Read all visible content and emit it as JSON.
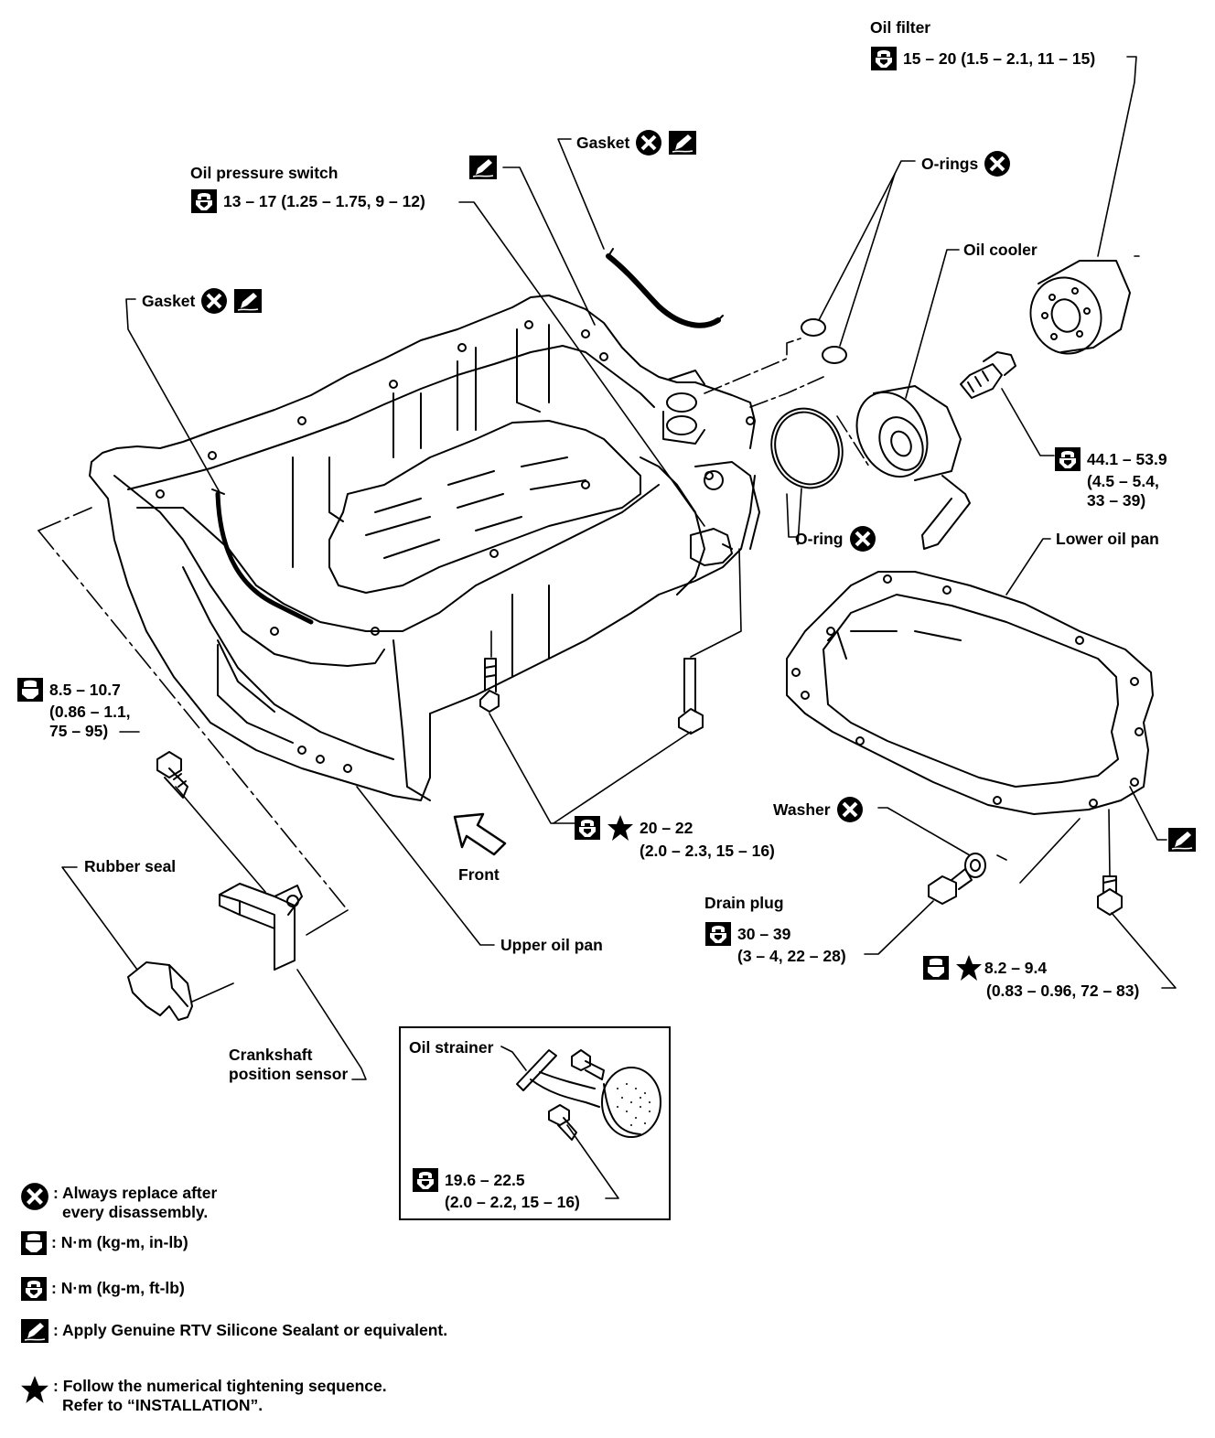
{
  "labels": {
    "oil_filter": {
      "name": "Oil filter",
      "torque": "15 – 20 (1.5 – 2.1, 11 – 15)"
    },
    "gasket_top": "Gasket",
    "orings": "O-rings",
    "oil_pressure_switch": {
      "name": "Oil pressure switch",
      "torque": "13 – 17 (1.25 – 1.75, 9 – 12)"
    },
    "oil_cooler": "Oil cooler",
    "gasket_left": "Gasket",
    "cooler_bolt_torque": [
      "44.1 – 53.9",
      "(4.5 – 5.4,",
      "33 – 39)"
    ],
    "oring": "O-ring",
    "lower_oil_pan": "Lower oil pan",
    "sensor_bolt_torque": [
      "8.5 – 10.7",
      "(0.86 – 1.1,",
      "75 – 95)"
    ],
    "upper_pan_bolt_torque": [
      "20 – 22",
      "(2.0 – 2.3, 15 – 16)"
    ],
    "washer": "Washer",
    "front": "Front",
    "rubber_seal": "Rubber seal",
    "drain_plug": {
      "name": "Drain plug",
      "torque": [
        "30 – 39",
        "(3 – 4, 22 – 28)"
      ]
    },
    "lower_pan_bolt_torque": [
      "8.2 – 9.4",
      "(0.83 – 0.96, 72 – 83)"
    ],
    "upper_oil_pan": "Upper oil pan",
    "crankshaft_sensor": [
      "Crankshaft",
      "position sensor"
    ],
    "oil_strainer": {
      "name": "Oil strainer",
      "torque": [
        "19.6 – 22.5",
        "(2.0 – 2.2, 15 – 16)"
      ]
    }
  },
  "legend": [
    {
      "icon": "replace-icon",
      "text": [
        ": Always replace after",
        "every disassembly."
      ]
    },
    {
      "icon": "torque-inlb-icon",
      "text": [
        ": N·m (kg-m, in-lb)"
      ]
    },
    {
      "icon": "torque-ftlb-icon",
      "text": [
        ": N·m (kg-m, ft-lb)"
      ]
    },
    {
      "icon": "sealant-icon",
      "text": [
        ": Apply Genuine RTV Silicone Sealant or equivalent."
      ]
    },
    {
      "icon": "star-icon",
      "text": [
        ": Follow the numerical tightening sequence.",
        "Refer to “INSTALLATION”."
      ]
    }
  ]
}
